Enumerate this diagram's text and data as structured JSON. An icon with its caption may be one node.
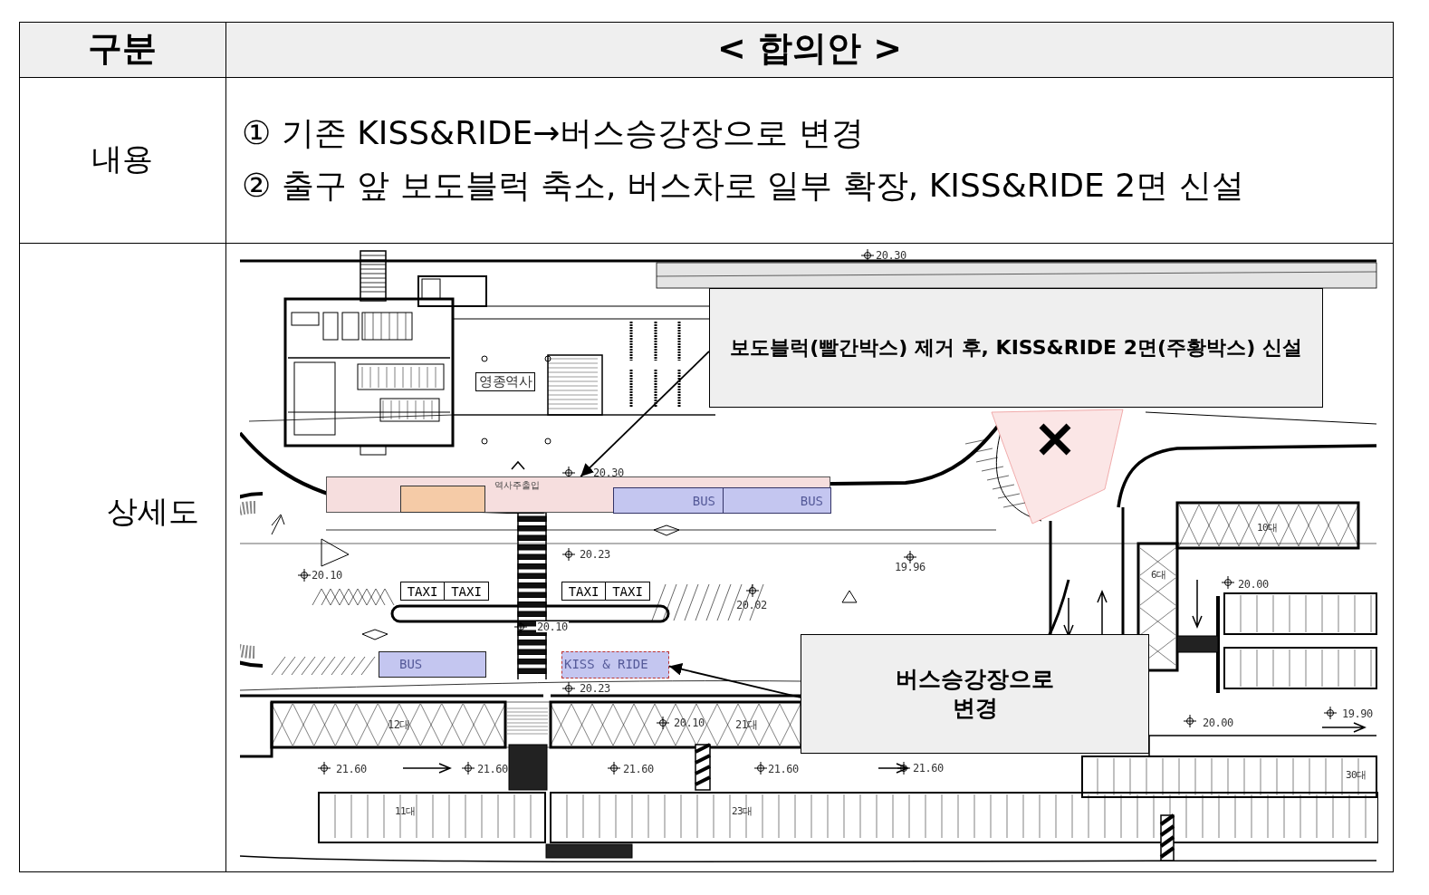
{
  "diagram": {
    "nodes": [
      {
        "text": [
          "보도블럭(빨간박스) 제거 후, KISS&RIDE 2면(주황박스) 신설"
        ]
      },
      {
        "text": [
          "버스승강장으로 변경"
        ]
      },
      {
        "text": [
          "역사주출입"
        ]
      },
      {
        "text": [],
        "shape": "box",
        "in": 2
      },
      {
        "text": [
          "BUS"
        ],
        "in": 2
      },
      {
        "text": [
          "BUS"
        ],
        "in": 2
      },
      {
        "text": [
          "BUS"
        ]
      },
      {
        "text": [
          "KISS & RIDE"
        ]
      },
      {
        "text": [
          "TAXI"
        ]
      },
      {
        "text": [
          "TAXI"
        ]
      },
      {
        "text": [
          "TAXI"
        ]
      },
      {
        "text": [
          "TAXI"
        ]
      }
    ],
    "edges": [
      {
        "from": 0,
        "to": 2,
        "arrow": "to"
      },
      {
        "from": 1,
        "to": 7,
        "arrow": "to"
      }
    ],
    "labels": [
      "구분",
      "< 합의안 >",
      "내용",
      "① 기존 KISS&RIDE→버스승강장으로 변경",
      "② 출구 앞 보도블럭 축소, 버스차로 일부 확장, KISS&RIDE 2면 신설",
      "상세도",
      "20.30",
      "영종역사",
      "20.30",
      "10대",
      "20.23",
      "20.10",
      "19.96",
      "6대",
      "20.00",
      "20.02",
      "20.10",
      "20.23",
      "12대",
      "20.10",
      "21대",
      "19.90",
      "20.00",
      "21.60",
      "21.60",
      "21.60",
      "21.60",
      "21.60",
      "30대",
      "11대",
      "23대"
    ]
  }
}
